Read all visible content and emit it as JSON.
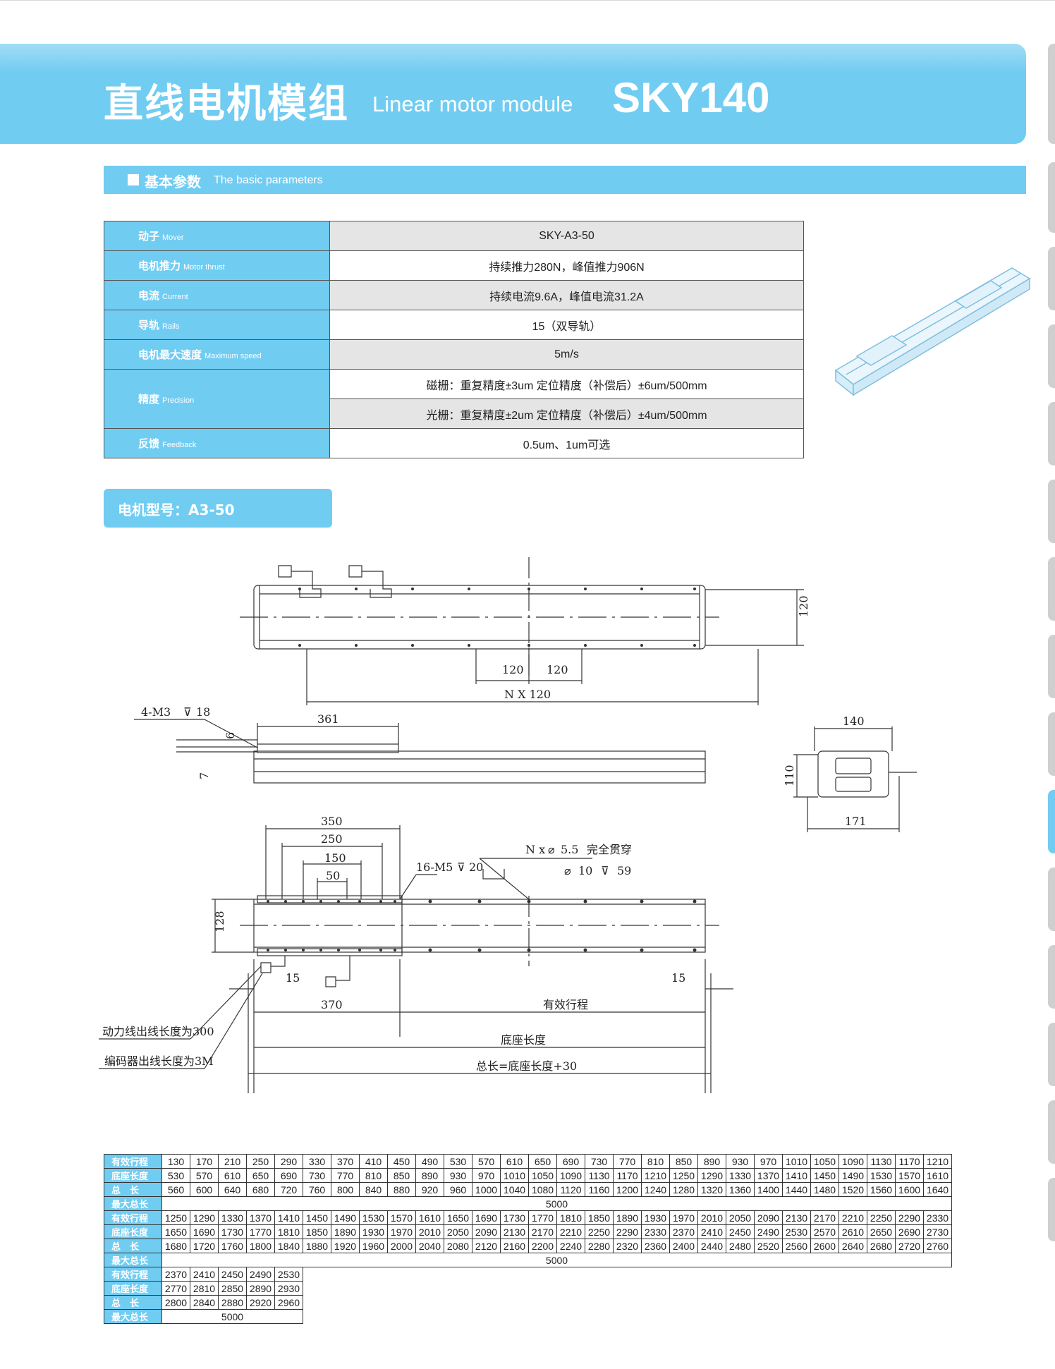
{
  "header": {
    "title_cn": "直线电机模组",
    "title_en": "Linear motor module",
    "model": "SKY140"
  },
  "section": {
    "label_cn": "基本参数",
    "label_en": "The basic parameters"
  },
  "params": {
    "mover": {
      "cn": "动子",
      "en": "Mover",
      "value": "SKY-A3-50"
    },
    "thrust": {
      "cn": "电机推力",
      "en": "Motor thrust",
      "value": "持续推力280N，峰值推力906N"
    },
    "current": {
      "cn": "电流",
      "en": "Current",
      "value": "持续电流9.6A，峰值电流31.2A"
    },
    "rails": {
      "cn": "导轨",
      "en": "Rails",
      "value": "15（双导轨）"
    },
    "speed": {
      "cn": "电机最大速度",
      "en": "Maximum speed",
      "value": "5m/s"
    },
    "precision": {
      "cn": "精度",
      "en": "Precision",
      "value1": "磁栅：重复精度±3um  定位精度（补偿后）±6um/500mm",
      "value2": "光栅：重复精度±2um  定位精度（补偿后）±4um/500mm"
    },
    "feedback": {
      "cn": "反馈",
      "en": "Feedback",
      "value": "0.5um、1um可选"
    }
  },
  "motor_type": "电机型号：A3-50",
  "drawing": {
    "d120a": "120",
    "d120b": "120",
    "d120h": "120",
    "nx120": "N X 120",
    "m3": "4-M3",
    "m3depth": "18",
    "d361": "361",
    "d6": "6",
    "d7": "7",
    "d140": "140",
    "d110": "110",
    "d171": "171",
    "d350": "350",
    "d250": "250",
    "d150": "150",
    "d50": "50",
    "m5": "16-M5",
    "m5depth": "20",
    "hole1": "N x",
    "hole_dia": "5.5",
    "hole_through": "完全贯穿",
    "cb_dia": "10",
    "cb_depth": "59",
    "d128": "128",
    "d15a": "15",
    "d15b": "15",
    "d370": "370",
    "stroke": "有效行程",
    "base_len": "底座长度",
    "total_len": "总长=底座长度+30",
    "power_cable": "动力线出线长度为300",
    "encoder_cable": "编码器出线长度为3M"
  },
  "dims_table": {
    "labels": [
      "有效行程",
      "底座长度",
      "总　长",
      "最大总长"
    ],
    "block1": {
      "stroke": [
        130,
        170,
        210,
        250,
        290,
        330,
        370,
        410,
        450,
        490,
        530,
        570,
        610,
        650,
        690,
        730,
        770,
        810,
        850,
        890,
        930,
        970,
        1010,
        1050,
        1090,
        1130,
        1170,
        1210
      ],
      "base": [
        530,
        570,
        610,
        650,
        690,
        730,
        770,
        810,
        850,
        890,
        930,
        970,
        1010,
        1050,
        1090,
        1130,
        1170,
        1210,
        1250,
        1290,
        1330,
        1370,
        1410,
        1450,
        1490,
        1530,
        1570,
        1610
      ],
      "total": [
        560,
        600,
        640,
        680,
        720,
        760,
        800,
        840,
        880,
        920,
        960,
        1000,
        1040,
        1080,
        1120,
        1160,
        1200,
        1240,
        1280,
        1320,
        1360,
        1400,
        1440,
        1480,
        1520,
        1560,
        1600,
        1640
      ],
      "max": "5000"
    },
    "block2": {
      "stroke": [
        1250,
        1290,
        1330,
        1370,
        1410,
        1450,
        1490,
        1530,
        1570,
        1610,
        1650,
        1690,
        1730,
        1770,
        1810,
        1850,
        1890,
        1930,
        1970,
        2010,
        2050,
        2090,
        2130,
        2170,
        2210,
        2250,
        2290,
        2330
      ],
      "base": [
        1650,
        1690,
        1730,
        1770,
        1810,
        1850,
        1890,
        1930,
        1970,
        2010,
        2050,
        2090,
        2130,
        2170,
        2210,
        2250,
        2290,
        2330,
        2370,
        2410,
        2450,
        2490,
        2530,
        2570,
        2610,
        2650,
        2690,
        2730
      ],
      "total": [
        1680,
        1720,
        1760,
        1800,
        1840,
        1880,
        1920,
        1960,
        2000,
        2040,
        2080,
        2120,
        2160,
        2200,
        2240,
        2280,
        2320,
        2360,
        2400,
        2440,
        2480,
        2520,
        2560,
        2600,
        2640,
        2680,
        2720,
        2760
      ],
      "max": "5000"
    },
    "block3": {
      "stroke": [
        2370,
        2410,
        2450,
        2490,
        2530
      ],
      "base": [
        2770,
        2810,
        2850,
        2890,
        2930
      ],
      "total": [
        2800,
        2840,
        2880,
        2920,
        2960
      ],
      "max": "5000"
    }
  },
  "colors": {
    "accent": "#71ccf2",
    "tab": "#cfcfcf"
  }
}
